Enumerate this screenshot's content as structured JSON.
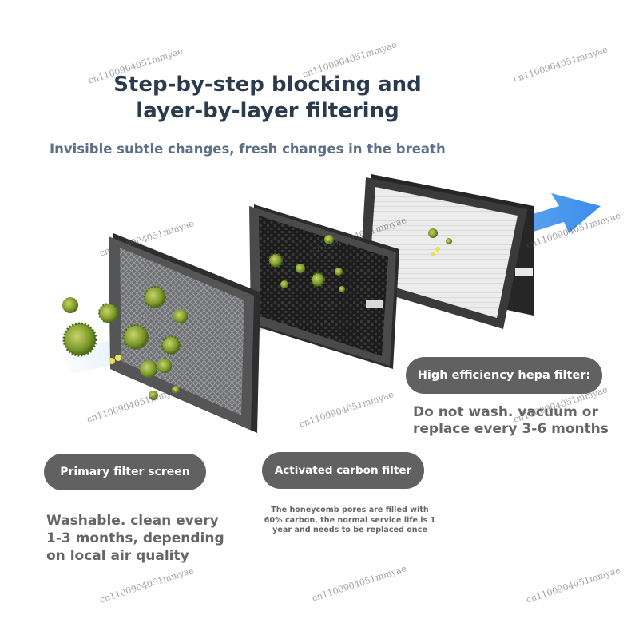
{
  "header": {
    "title_line1": "Step-by-step blocking and",
    "title_line2": "layer-by-layer filtering",
    "subtitle": "Invisible subtle changes, fresh changes in the breath"
  },
  "filters": {
    "primary": {
      "label": "Primary filter screen",
      "desc_line1": "Washable. clean every",
      "desc_line2": "1-3 months, depending",
      "desc_line3": "on local air quality"
    },
    "carbon": {
      "label": "Activated carbon filter",
      "desc_line1": "The honeycomb pores are filled with",
      "desc_line2": "60% carbon. the normal service life is 1",
      "desc_line3": "year and needs to be replaced once"
    },
    "hepa": {
      "label": "High efficiency hepa filter:",
      "desc_line1": "Do not wash. vacuum or",
      "desc_line2": "replace every 3-6 months"
    }
  },
  "watermark": "cn1100904051mmyae",
  "colors": {
    "title": "#2a3b4d",
    "subtitle": "#5d7088",
    "pill_bg": "#616161",
    "desc_text": "#666666",
    "airflow_blue": "#3d8ee8",
    "particle_green": "#7c9a2a"
  }
}
